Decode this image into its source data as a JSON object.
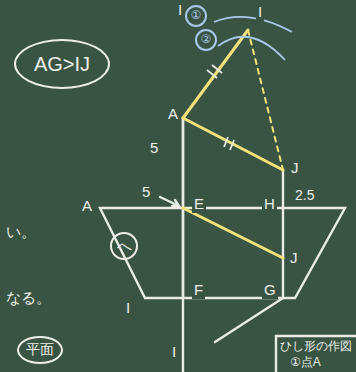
{
  "diagram": {
    "nodes": [
      {
        "text": [
          "AG>IJ"
        ]
      },
      {
        "text": [
          "①"
        ]
      },
      {
        "text": [
          "②"
        ]
      },
      {
        "text": [
          "へ"
        ]
      },
      {
        "text": [
          "平面"
        ]
      }
    ],
    "labels": [
      "I",
      "I",
      "A",
      "5",
      "J",
      "2.5",
      "A",
      "5",
      "E",
      "H",
      "J",
      "F",
      "G",
      "I",
      "I",
      "い。",
      "なる。",
      "ひし形の作図",
      "①点A"
    ]
  }
}
